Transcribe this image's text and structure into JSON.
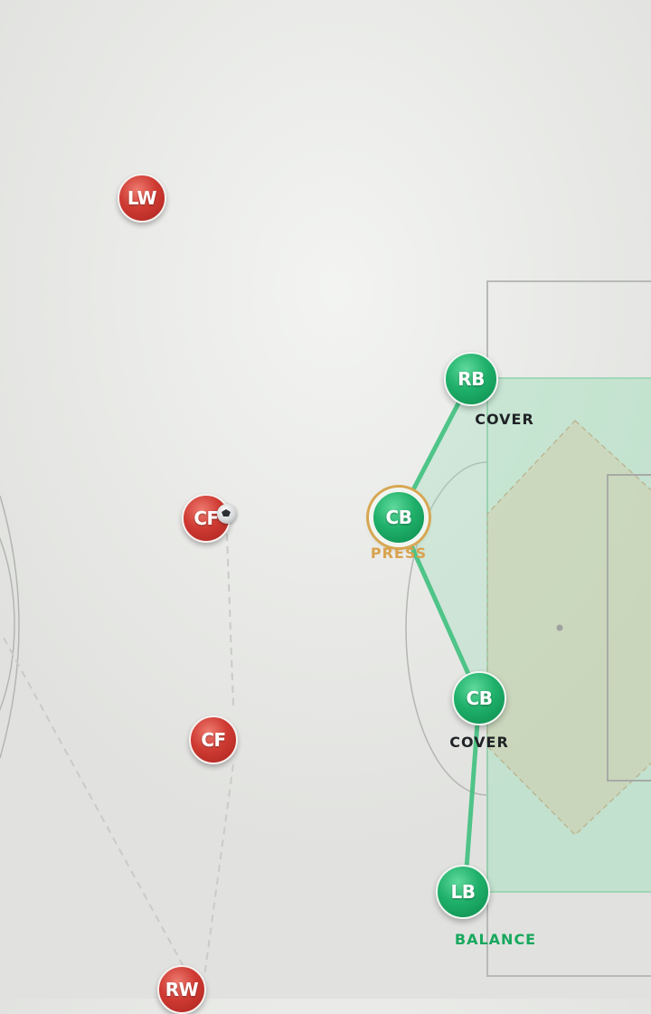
{
  "colors": {
    "opponent": "#cf3b33",
    "team": "#1fb06a",
    "press": "#d9a24e",
    "cover_label": "#1f2326",
    "balance_label": "#18a85e",
    "zone_fill": "#9fdcb9",
    "pitch_lines": "#b4b6b3"
  },
  "opponents": [
    {
      "label": "LW"
    },
    {
      "label": "CF"
    },
    {
      "label": "CF"
    },
    {
      "label": "RW"
    }
  ],
  "defenders": [
    {
      "label": "RB",
      "role": "COVER"
    },
    {
      "label": "CB",
      "role": "PRESS"
    },
    {
      "label": "CB",
      "role": "COVER"
    },
    {
      "label": "LB",
      "role": "BALANCE"
    }
  ],
  "ball_icon": "soccer-ball-icon"
}
